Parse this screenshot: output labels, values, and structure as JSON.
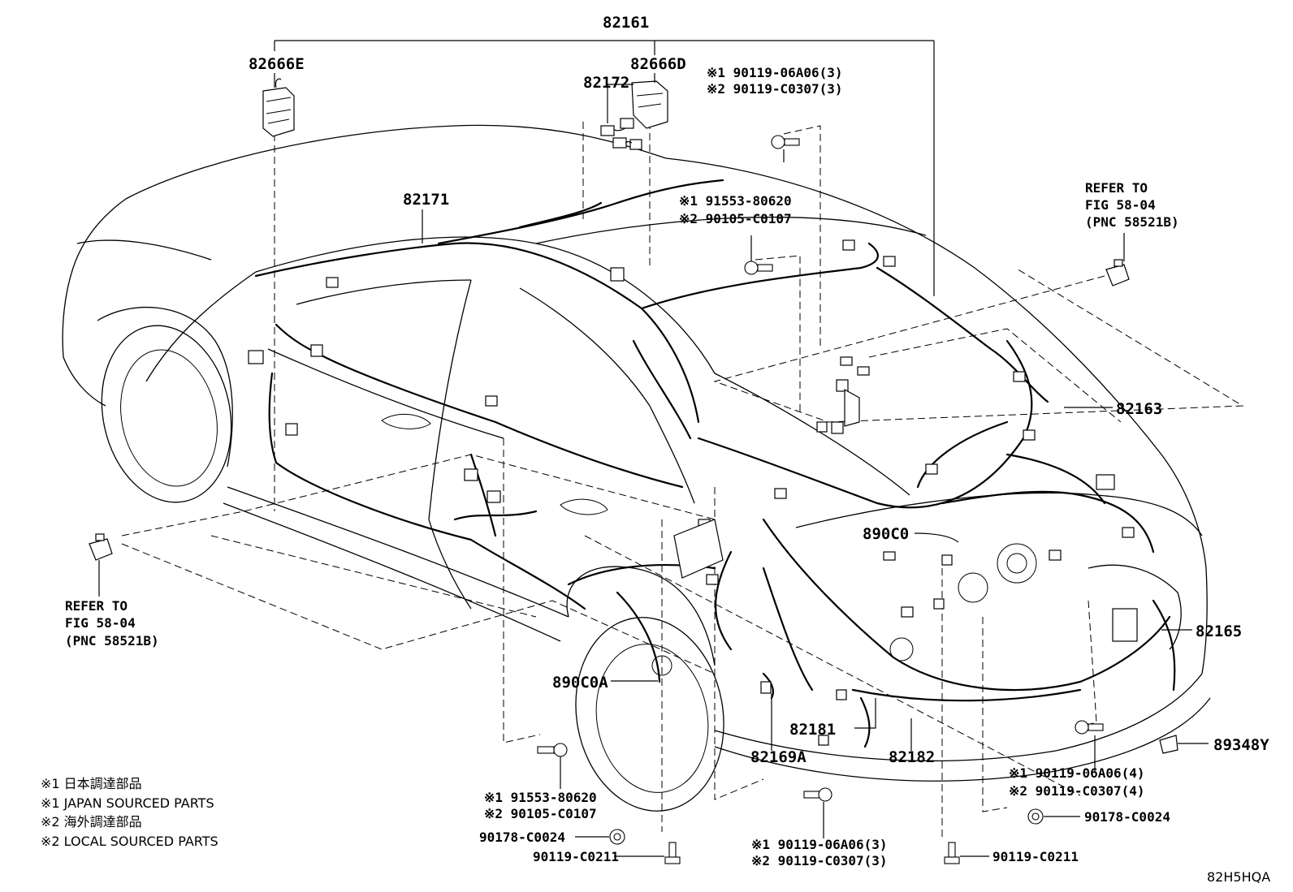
{
  "diagram_code": "82H5HQA",
  "parts": {
    "main_group": "82161",
    "p82666E": "82666E",
    "p82666D": "82666D",
    "p82172": "82172",
    "p82171": "82171",
    "p82163": "82163",
    "p890C0": "890C0",
    "p82165": "82165",
    "p89348Y": "89348Y",
    "p890C0A": "890C0A",
    "p82181": "82181",
    "p82169A": "82169A",
    "p82182": "82182"
  },
  "bolts": {
    "top_center": [
      "※1 90119-06A06(3)",
      "※2 90119-C0307(3)"
    ],
    "mid_center": [
      "※1 91553-80620",
      "※2 90105-C0107"
    ],
    "bottom_left": [
      "※1 91553-80620",
      "※2 90105-C0107"
    ],
    "bottom_center": [
      "※1 90119-06A06(3)",
      "※2 90119-C0307(3)"
    ],
    "bottom_right": [
      "※1 90119-06A06(4)",
      "※2 90119-C0307(4)"
    ]
  },
  "fasteners": {
    "nut_left": "90178-C0024",
    "screw_left": "90119-C0211",
    "nut_right": "90178-C0024",
    "screw_right": "90119-C0211"
  },
  "refer_right": [
    "REFER TO",
    "FIG 58-04",
    "(PNC 58521B)"
  ],
  "refer_left": [
    "REFER TO",
    "FIG 58-04",
    "(PNC 58521B)"
  ],
  "legend": [
    "※1 日本調達部品",
    "※1 JAPAN SOURCED PARTS",
    "※2 海外調達部品",
    "※2 LOCAL SOURCED PARTS"
  ]
}
